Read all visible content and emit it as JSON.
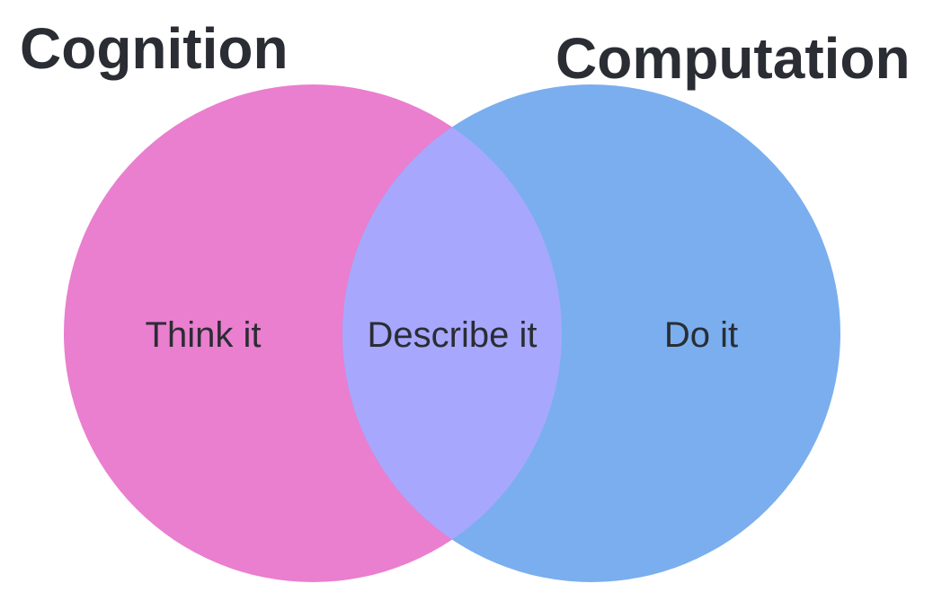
{
  "diagram": {
    "sets": [
      {
        "title": "Cognition",
        "color": "#EA7ECF"
      },
      {
        "title": "Computation",
        "color": "#7AAEEF"
      }
    ],
    "regions": {
      "left_only": "Think it",
      "overlap": "Describe it",
      "right_only": "Do it"
    },
    "overlap_color": "#A7A7FE",
    "text_color": "#2A2D33"
  }
}
